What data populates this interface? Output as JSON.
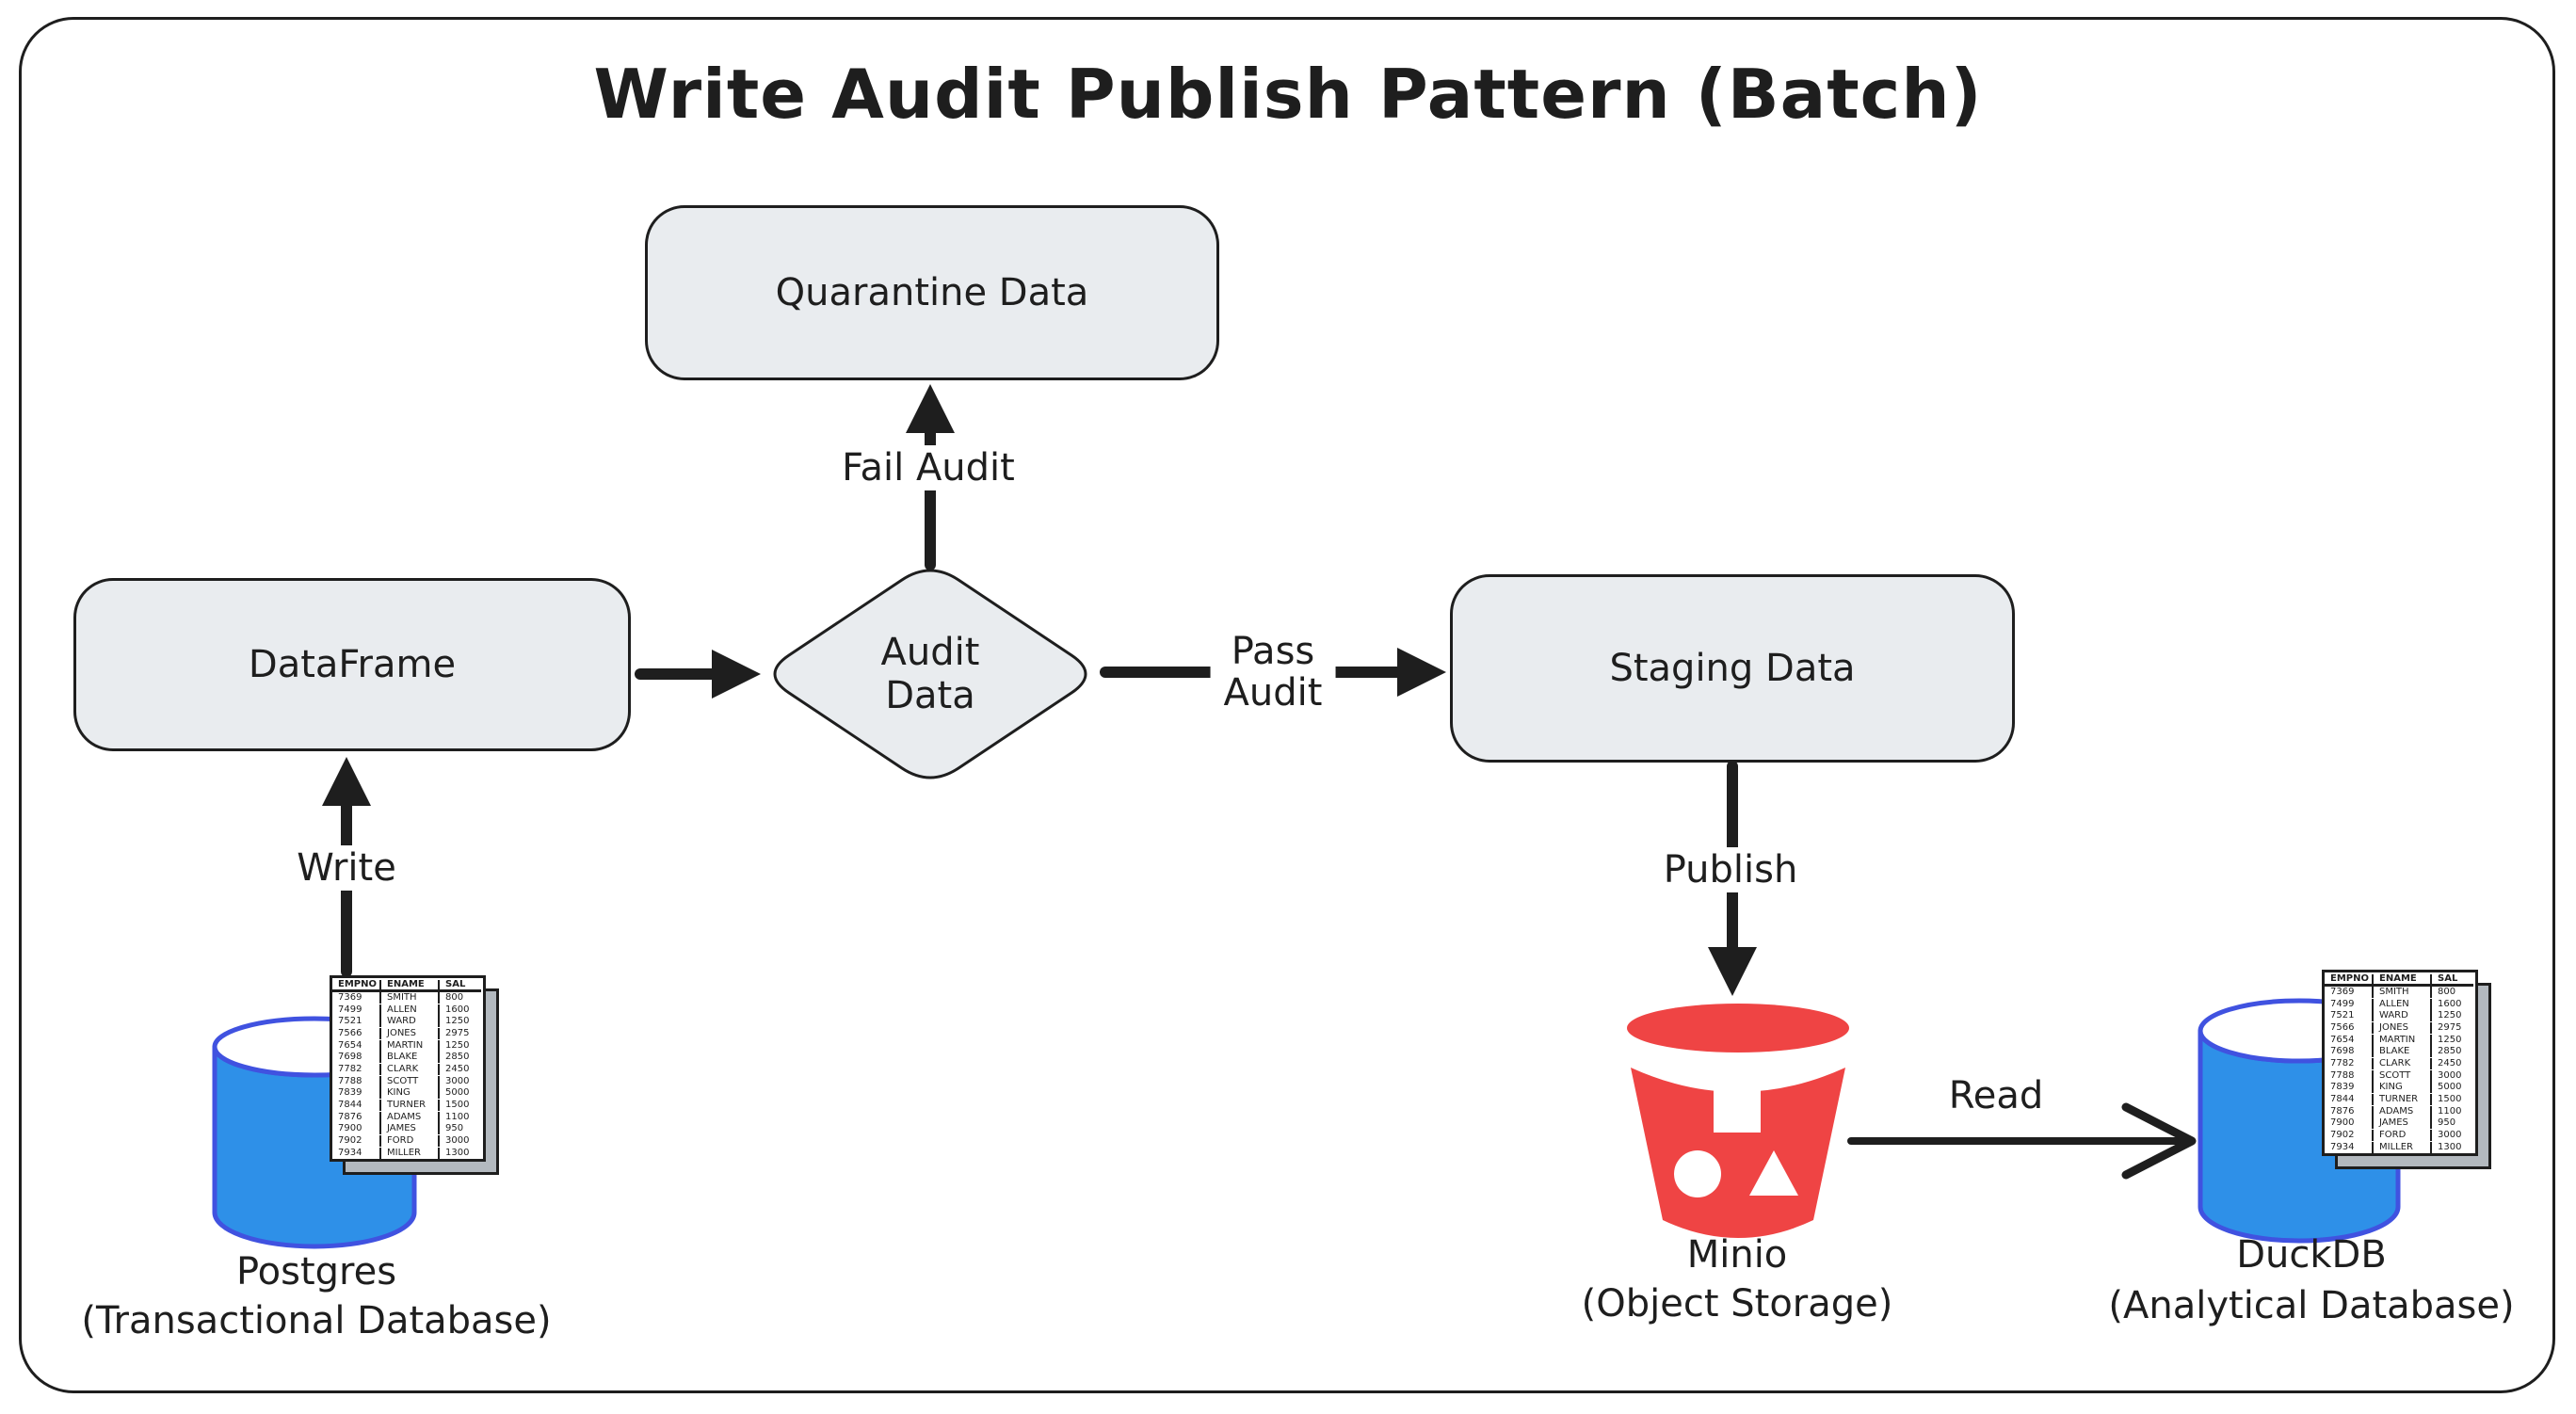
{
  "title": "Write Audit Publish Pattern (Batch)",
  "nodes": {
    "quarantine": {
      "label": "Quarantine Data"
    },
    "dataframe": {
      "label": "DataFrame"
    },
    "audit_decision": {
      "lines": [
        "Audit",
        "Data"
      ]
    },
    "staging": {
      "label": "Staging Data"
    }
  },
  "edges": {
    "write": {
      "label": "Write"
    },
    "fail_audit": {
      "label": "Fail Audit"
    },
    "pass_audit": {
      "lines": [
        "Pass",
        "Audit"
      ]
    },
    "publish": {
      "label": "Publish"
    },
    "read": {
      "label": "Read"
    }
  },
  "systems": {
    "postgres": {
      "name": "Postgres",
      "subtitle": "(Transactional Database)",
      "icon": "database-cylinder-icon"
    },
    "minio": {
      "name": "Minio",
      "subtitle": "(Object Storage)",
      "icon": "bucket-icon"
    },
    "duckdb": {
      "name": "DuckDB",
      "subtitle": "(Analytical Database)",
      "icon": "database-cylinder-icon"
    }
  },
  "emp_table": {
    "headers": [
      "EMPNO",
      "ENAME",
      "SAL"
    ],
    "rows": [
      [
        "7369",
        "SMITH",
        "800"
      ],
      [
        "7499",
        "ALLEN",
        "1600"
      ],
      [
        "7521",
        "WARD",
        "1250"
      ],
      [
        "7566",
        "JONES",
        "2975"
      ],
      [
        "7654",
        "MARTIN",
        "1250"
      ],
      [
        "7698",
        "BLAKE",
        "2850"
      ],
      [
        "7782",
        "CLARK",
        "2450"
      ],
      [
        "7788",
        "SCOTT",
        "3000"
      ],
      [
        "7839",
        "KING",
        "5000"
      ],
      [
        "7844",
        "TURNER",
        "1500"
      ],
      [
        "7876",
        "ADAMS",
        "1100"
      ],
      [
        "7900",
        "JAMES",
        "950"
      ],
      [
        "7902",
        "FORD",
        "3000"
      ],
      [
        "7934",
        "MILLER",
        "1300"
      ]
    ]
  },
  "colors": {
    "background": "#ffffff",
    "stroke": "#1e1e1e",
    "node_fill": "#e9ecef",
    "cylinder_fill": "#2e90e8",
    "cylinder_stroke": "#4052e0",
    "bucket_red": "#ef4444",
    "sheet_back_gray": "#b3b9bf"
  }
}
